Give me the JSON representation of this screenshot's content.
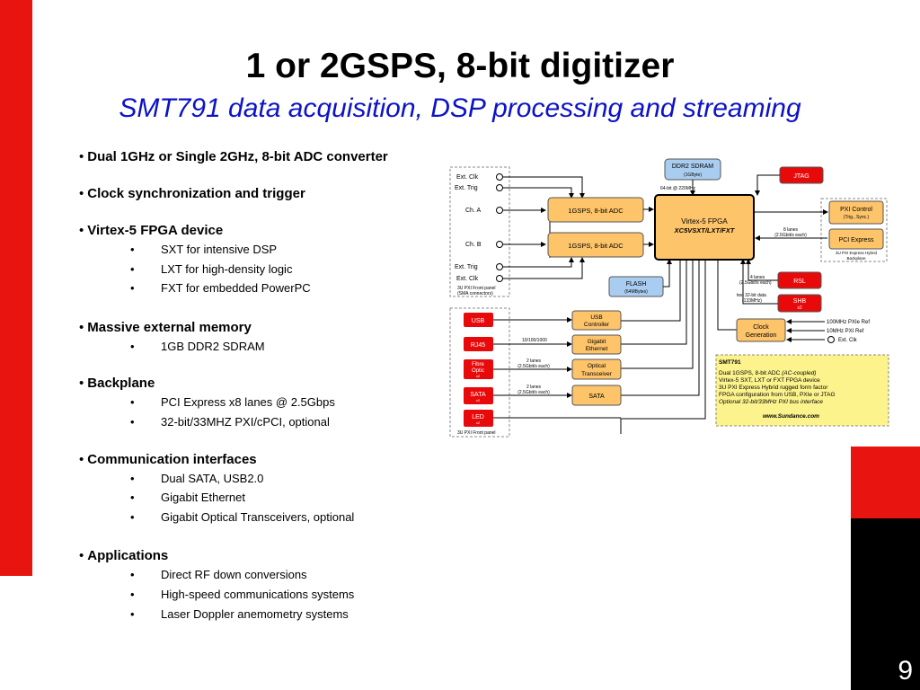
{
  "title": "1 or 2GSPS, 8-bit digitizer",
  "subtitle": "SMT791 data acquisition, DSP processing and streaming",
  "page_number": "9",
  "bullets": [
    {
      "label": "Dual 1GHz or Single 2GHz, 8-bit ADC converter",
      "items": []
    },
    {
      "label": "Clock synchronization and trigger",
      "items": []
    },
    {
      "label": "Virtex-5 FPGA device",
      "items": [
        "SXT for intensive DSP",
        "LXT for high-density logic",
        "FXT for embedded PowerPC"
      ]
    },
    {
      "label": "Massive external memory",
      "items": [
        "1GB DDR2 SDRAM"
      ]
    },
    {
      "label": "Backplane",
      "items": [
        "PCI Express x8 lanes @ 2.5Gbps",
        "32-bit/33MHZ  PXI/cPCI, optional"
      ]
    },
    {
      "label": "Communication interfaces",
      "items": [
        "Dual SATA, USB2.0",
        "Gigabit Ethernet",
        "Gigabit Optical Transceivers, optional"
      ]
    },
    {
      "label": "Applications",
      "items": [
        "Direct RF down conversions",
        "High-speed communications systems",
        "Laser Doppler anemometry systems"
      ]
    }
  ],
  "diagram": {
    "ext_clk_1": "Ext. Clk",
    "ext_trig_1": "Ext. Trig",
    "ch_a": "Ch. A",
    "ch_b": "Ch. B",
    "ext_trig_2": "Ext. Trig",
    "ext_clk_2": "Ext. Clk",
    "front_panel_sma_1": "3U PXI Front panel",
    "front_panel_sma_2": "(SMA connectors)",
    "adc_1": "1GSPS, 8-bit ADC",
    "adc_2": "1GSPS, 8-bit ADC",
    "ddr2_1": "DDR2 SDRAM",
    "ddr2_2": "(1GByte)",
    "ddr2_bus": "64-bit @ 220MHz",
    "jtag": "JTAG",
    "fpga_1": "Virtex-5 FPGA",
    "fpga_2": "XC5VSXT/LXT/FXT",
    "pcie_lanes_1": "8 lanes",
    "pcie_lanes_2": "(2.5Gbit/s each)",
    "pxi_control_1": "PXI Control",
    "pxi_control_2": "(Trig., Sync.)",
    "pci_express": "PCI Express",
    "backplane_1": "3U PXI Express Hybrid",
    "backplane_2": "Backplane",
    "flash_1": "FLASH",
    "flash_2": "(64MBytes)",
    "rsl_lanes_1": "4 lanes",
    "rsl_lanes_2": "(2.5Gbit/s each)",
    "rsl": "RSL",
    "shb_data_1": "two 32-bit data",
    "shb_data_2": "(133MHz)",
    "shb_1": "SHB",
    "shb_2": "x2",
    "usb": "USB",
    "rj45": "RJ45",
    "fibre_1": "Fibre",
    "fibre_2": "Optic",
    "fibre_3": "x2",
    "sata_port_1": "SATA",
    "sata_port_2": "x2",
    "led_1": "LED",
    "led_2": "x2",
    "front_panel_2": "3U PXI Front panel",
    "usb_ctrl_1": "USB",
    "usb_ctrl_2": "Controller",
    "gige_1": "Gigabit",
    "gige_2": "Ethernet",
    "optical_1": "Optical",
    "optical_2": "Transceiver",
    "sata_ctrl": "SATA",
    "eth_speed": "10/100/1000",
    "opt_lanes_1": "2 lanes",
    "opt_lanes_2": "(2.5Gbit/s each)",
    "sata_lanes_1": "2 lanes",
    "sata_lanes_2": "(2.5Gbit/s each)",
    "clock_gen_1": "Clock",
    "clock_gen_2": "Generation",
    "ref_pxie": "100MHz PXIe Ref",
    "ref_pxi": "10MHz PXI Ref",
    "ext_clk_3": "Ext. Clk",
    "smt791_title": "SMT791",
    "smt791_line1a": "Dual 1GSPS, 8-bit ADC ",
    "smt791_line1b": "(AC-coupled)",
    "smt791_line2": "Virtex-5 SXT, LXT or FXT FPGA device",
    "smt791_line3": "3U PXI Express Hybrid rugged form factor",
    "smt791_line4": "FPGA configuration from USB, PXIe or JTAG",
    "smt791_line5": "Optional 32-bit/33MHz PXI bus interface",
    "smt791_url": "www.Sundance.com"
  },
  "colors": {
    "accent_red": "#e8140f",
    "subtitle_blue": "#0c12c8",
    "block_orange": "#fdc46a",
    "block_blue": "#a9cdf0",
    "port_red": "#e80a0a",
    "note_yellow": "#fdf38c"
  }
}
